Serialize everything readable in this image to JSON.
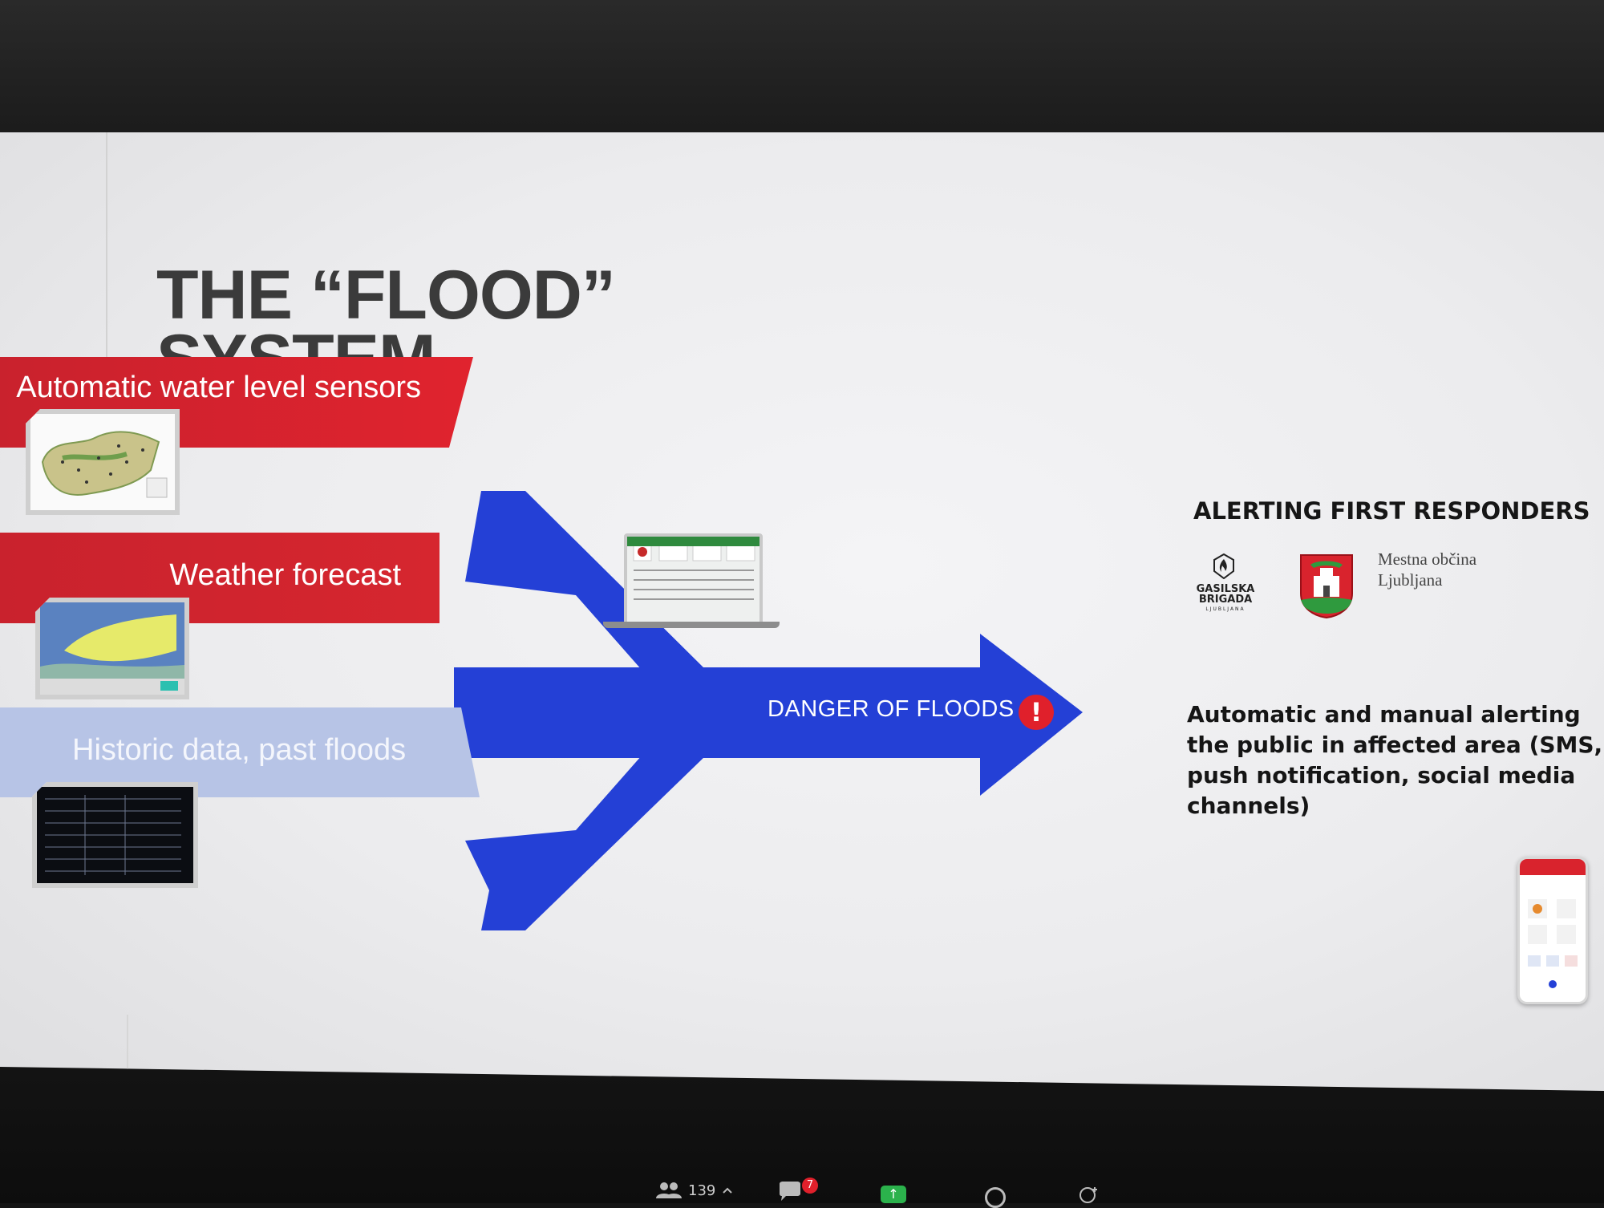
{
  "slide": {
    "title_line1": "THE “FLOOD”",
    "title_line2": "SYSTEM",
    "title_dot": ".",
    "inputs": {
      "sensors": "Automatic water level sensors",
      "forecast": "Weather forecast",
      "historic": "Historic data, past floods"
    },
    "output_label": "DANGER OF FLOODS",
    "output_icon": "!",
    "responders_title": "ALERTING FIRST RESPONDERS",
    "gasilska": {
      "line1": "GASILSKA",
      "line2": "BRIGADA",
      "line3": "LJUBLJANA"
    },
    "mol": {
      "line1": "Mestna občina",
      "line2": "Ljubljana"
    },
    "public_alert": "Automatic and manual alerting the public in affected area (SMS, push notification, social media channels)"
  },
  "zoom": {
    "participants_count": "139",
    "chat_badge": "7",
    "share_icon": "↑"
  },
  "colors": {
    "arrow_blue": "#2440d6",
    "band_red": "#d6262f",
    "band_light_blue": "#b7c4e6",
    "alert_red": "#e0202b"
  },
  "icons": [
    "participants-icon",
    "chevron-up-icon",
    "chat-icon",
    "share-screen-icon",
    "record-icon",
    "reactions-icon",
    "flame-icon",
    "exclamation-icon"
  ]
}
